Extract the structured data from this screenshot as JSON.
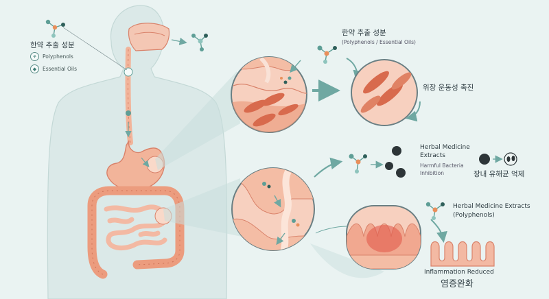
{
  "legend": {
    "title": "한약 추출 성분",
    "items": [
      {
        "label": "Polyphenols",
        "icon": "polyphenol-icon"
      },
      {
        "label": "Essential Oils",
        "icon": "oil-drop-icon"
      }
    ]
  },
  "top_panel": {
    "title": "한약 추출 성분",
    "subtitle": "(Polyphenols / Essential Oils)",
    "effect": "위장 운동성 촉진"
  },
  "middle_panel": {
    "title_line1": "Herbal Medicine",
    "title_line2": "Extracts",
    "sub_line1": "Harmful Bacteria",
    "sub_line2": "Inhibition",
    "effect": "장내 유해균 억제"
  },
  "bottom_panel": {
    "title_line1": "Herbal Medicine Extracts",
    "title_line2": "(Polyphenols)",
    "effect_en": "Inflammation Reduced",
    "effect_ko": "염증완화"
  },
  "colors": {
    "background": "#eaf3f2",
    "organ_fill": "#f2b49a",
    "organ_stroke": "#d9826a",
    "molecule": "#5e9e96",
    "accent_orange": "#e98f5b",
    "arrow": "#6fa8a2"
  }
}
